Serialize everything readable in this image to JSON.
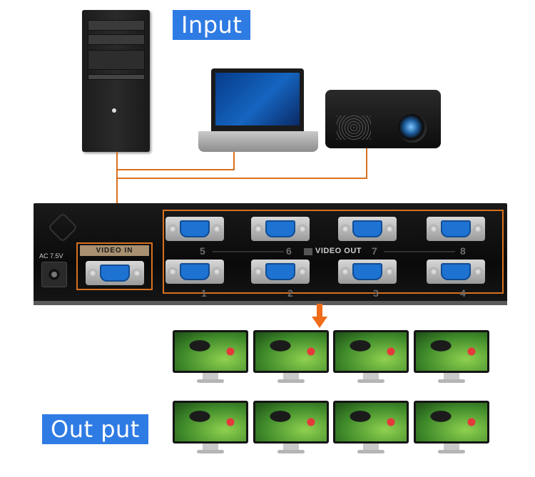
{
  "labels": {
    "input": "Input",
    "output": "Out put"
  },
  "device": {
    "video_in_label": "VIDEO IN",
    "video_out_label": "VIDEO OUT",
    "power_label": "AC 7.5V",
    "top_port_numbers": [
      "5",
      "6",
      "7",
      "8"
    ],
    "bottom_port_numbers": [
      "1",
      "2",
      "3",
      "4"
    ]
  },
  "colors": {
    "label_background": "#2f7be4",
    "connector_line": "#d8711f",
    "arrow": "#ef6c1a",
    "vga_port": "#1e73d2"
  },
  "icons": {
    "source_devices": [
      "desktop-tower-icon",
      "laptop-icon",
      "projector-icon"
    ],
    "output_devices": "monitor-icon",
    "direction": "arrow-down-icon"
  }
}
